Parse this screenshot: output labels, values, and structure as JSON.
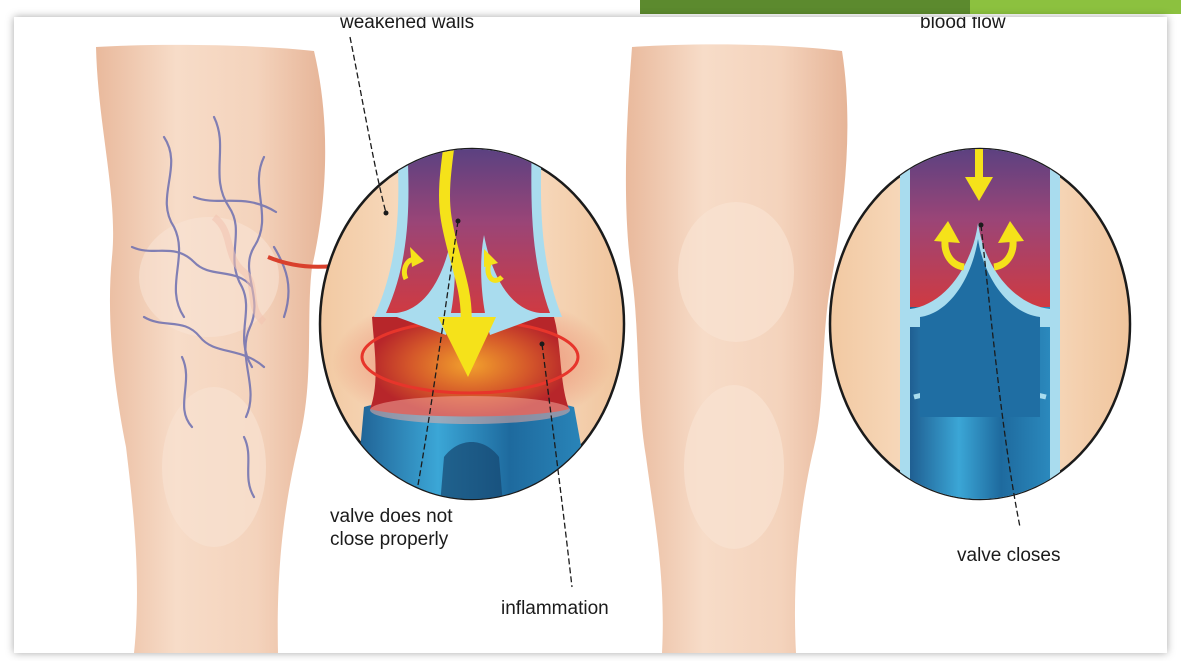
{
  "figure": {
    "labels": {
      "weakened_walls": "weakened walls",
      "blood_flow": "blood flow",
      "valve_not_close": "valve does not\nclose properly",
      "inflammation": "inflammation",
      "valve_closes": "valve closes"
    }
  },
  "colors": {
    "skin": "#f4d3bc",
    "skin_shadow": "#e9b99c",
    "vein_dark": "#3b3f86",
    "vein_purple": "#9a4577",
    "vein_red": "#c93b45",
    "vein_blue": "#2f8fc2",
    "vein_wall": "#a9dcee",
    "arrow_yellow": "#f5e21a",
    "inflammation": "#d7422a",
    "theme_green_dark": "#5c8a2e",
    "theme_green_light": "#8cc13f"
  }
}
